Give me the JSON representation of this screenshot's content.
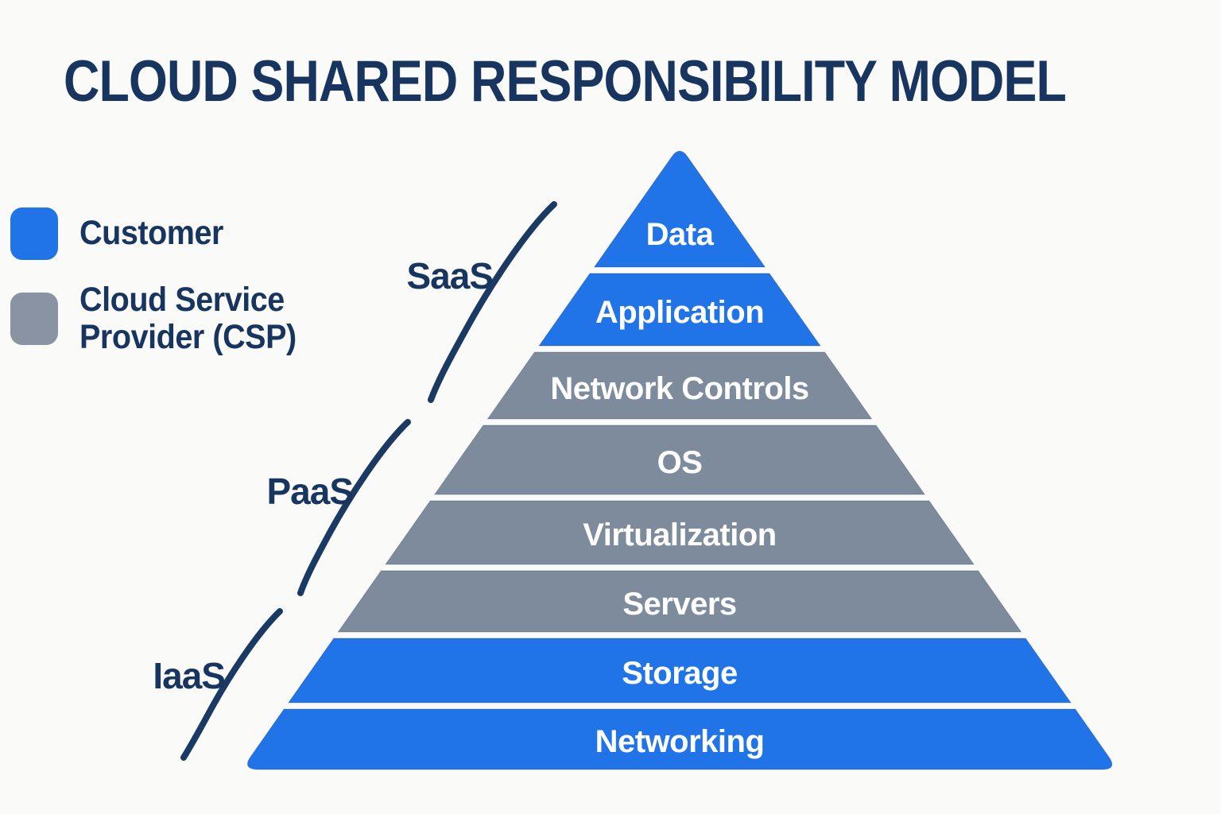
{
  "title": "CLOUD SHARED RESPONSIBILITY MODEL",
  "legend": {
    "items": [
      {
        "id": "customer",
        "label": "Customer",
        "color": "#2173e8"
      },
      {
        "id": "csp",
        "label": "Cloud Service Provider (CSP)",
        "color": "#8a93a3"
      }
    ]
  },
  "groups": [
    {
      "id": "saas",
      "label": "SaaS"
    },
    {
      "id": "paas",
      "label": "PaaS"
    },
    {
      "id": "iaas",
      "label": "IaaS"
    }
  ],
  "pyramid": {
    "layers": [
      {
        "label": "Data",
        "responsibility": "Customer",
        "color": "#2173e8"
      },
      {
        "label": "Application",
        "responsibility": "Customer",
        "color": "#2173e8"
      },
      {
        "label": "Network Controls",
        "responsibility": "Cloud Service Provider (CSP)",
        "color": "#7d8b9d"
      },
      {
        "label": "OS",
        "responsibility": "Cloud Service Provider (CSP)",
        "color": "#7d8b9d"
      },
      {
        "label": "Virtualization",
        "responsibility": "Cloud Service Provider (CSP)",
        "color": "#7d8b9d"
      },
      {
        "label": "Servers",
        "responsibility": "Cloud Service Provider (CSP)",
        "color": "#7d8b9d"
      },
      {
        "label": "Storage",
        "responsibility": "Customer",
        "color": "#2173e8"
      },
      {
        "label": "Networking",
        "responsibility": "Customer",
        "color": "#2173e8"
      }
    ]
  },
  "colors": {
    "background": "#fafaf8",
    "heading": "#17355e",
    "bracket": "#1a3a64",
    "layer_text": "#ffffff"
  }
}
